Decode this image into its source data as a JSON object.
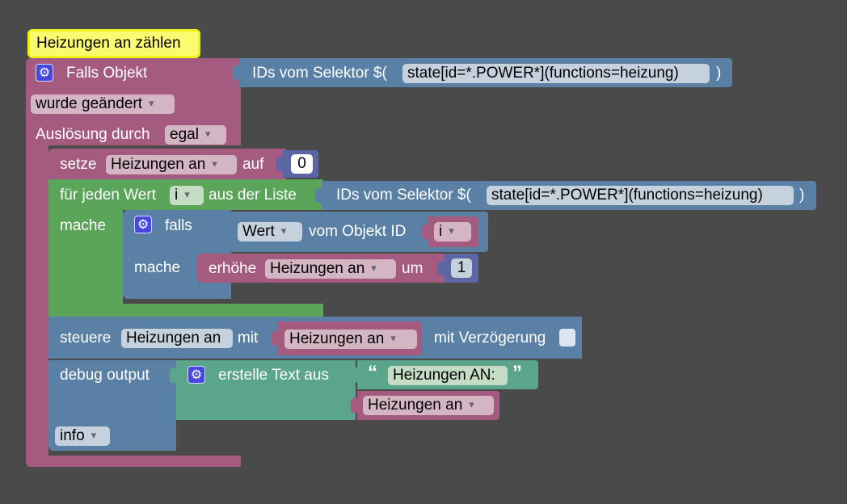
{
  "comment": {
    "text": "Heizungen an zählen"
  },
  "event": {
    "falls_objekt": "Falls Objekt",
    "ids_selector": "IDs vom Selektor $(",
    "selector_value": "state[id=*.POWER*](functions=heizung)",
    "close_paren": ")",
    "trigger_option": "wurde geändert",
    "ausloesung_label": "Auslösung durch",
    "ausloesung_value": "egal"
  },
  "set_block": {
    "label": "setze",
    "variable": "Heizungen an",
    "auf": "auf",
    "value": "0"
  },
  "foreach": {
    "label": "für jeden Wert",
    "var": "i",
    "from_list": "aus der Liste",
    "ids_selector": "IDs vom Selektor $(",
    "selector_value": "state[id=*.POWER*](functions=heizung)",
    "close_paren": ")",
    "mache": "mache"
  },
  "if_block": {
    "falls": "falls",
    "wert": "Wert",
    "vom_objekt": "vom Objekt ID",
    "var": "i",
    "mache": "mache"
  },
  "increment": {
    "label": "erhöhe",
    "variable": "Heizungen an",
    "um": "um",
    "value": "1"
  },
  "control": {
    "label": "steuere",
    "target": "Heizungen an",
    "mit": "mit",
    "value": "Heizungen an",
    "delay_label": "mit Verzögerung"
  },
  "debug": {
    "label": "debug output",
    "create_text": "erstelle Text aus",
    "open_quote": "“",
    "string": "Heizungen AN:",
    "close_quote": "”",
    "variable": "Heizungen an",
    "level": "info"
  },
  "colors": {
    "workspace": "#4a4a4a",
    "event_pink": "#a55b80",
    "blue": "#5b80a5",
    "green": "#5ba55b",
    "teal": "#5ba58c",
    "comment_yellow": "#fbfb71",
    "gear": "#4848e0"
  }
}
